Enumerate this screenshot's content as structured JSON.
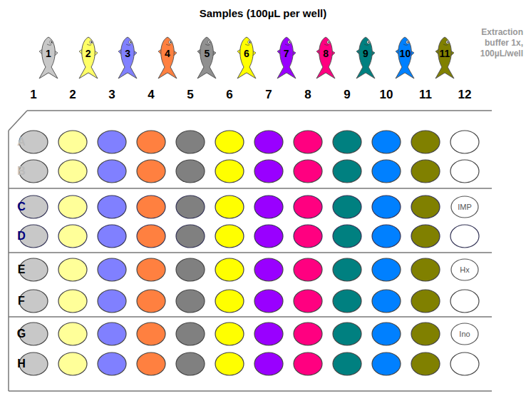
{
  "diagram": {
    "title": "Samples (100µL per well)",
    "nodes": [
      {
        "text": [
          "1"
        ]
      },
      {
        "text": [
          "2"
        ]
      },
      {
        "text": [
          "3"
        ]
      },
      {
        "text": [
          "4"
        ]
      },
      {
        "text": [
          "5"
        ]
      },
      {
        "text": [
          "6"
        ]
      },
      {
        "text": [
          "7"
        ]
      },
      {
        "text": [
          "8"
        ]
      },
      {
        "text": [
          "9"
        ]
      },
      {
        "text": [
          "10"
        ]
      },
      {
        "text": [
          "11"
        ]
      },
      {
        "text": [
          "IMP"
        ]
      },
      {
        "text": [
          "Hx"
        ]
      },
      {
        "text": [
          "Ino"
        ]
      }
    ],
    "labels": [
      "Extraction buffer 1x, 100µL/well",
      "1",
      "2",
      "3",
      "4",
      "5",
      "6",
      "7",
      "8",
      "9",
      "10",
      "11",
      "12",
      "A",
      "B",
      "C",
      "D",
      "E",
      "F",
      "G",
      "H"
    ]
  }
}
